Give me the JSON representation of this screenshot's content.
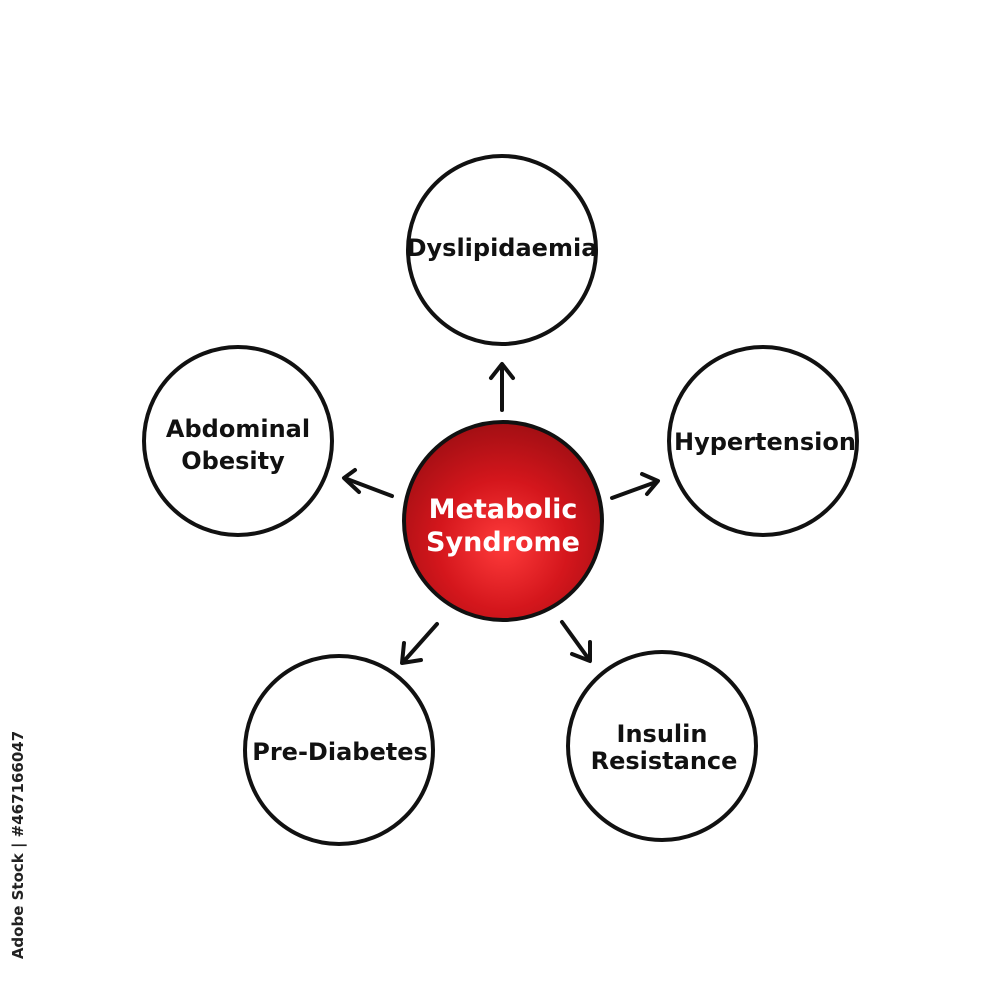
{
  "center": {
    "line1": "Metabolic",
    "line2": "Syndrome",
    "fill_color": "#c8141a",
    "text_color": "#ffffff"
  },
  "nodes": {
    "dyslipidaemia": "Dyslipidaemia",
    "hypertension": "Hypertension",
    "insulin_resistance_line1": "Insulin",
    "insulin_resistance_line2": "Resistance",
    "pre_diabetes": "Pre-Diabetes",
    "abdominal_obesity_line1": "Abdominal",
    "abdominal_obesity_line2": "Obesity"
  },
  "stock_id": "Adobe Stock | #467166047"
}
